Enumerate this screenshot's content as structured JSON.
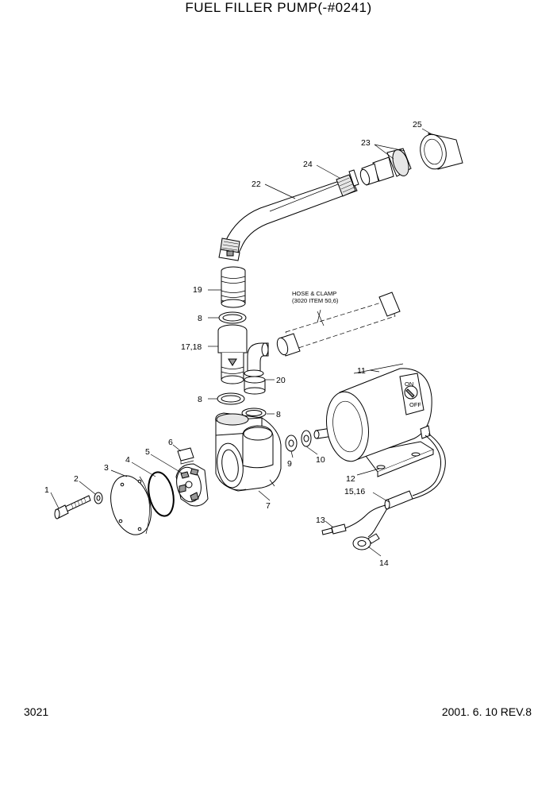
{
  "title": "FUEL FILLER PUMP(-#0241)",
  "page_number": "3021",
  "revision": "2001. 6. 10 REV.8",
  "note": {
    "line1": "HOSE & CLAMP",
    "line2": "(3020 ITEM 50,6)"
  },
  "switch_labels": {
    "on": "ON",
    "off": "OFF"
  },
  "callouts": {
    "c1": "1",
    "c2": "2",
    "c3": "3",
    "c4": "4",
    "c5": "5",
    "c6": "6",
    "c7": "7",
    "c8a": "8",
    "c8b": "8",
    "c8c": "8",
    "c9": "9",
    "c10": "10",
    "c11": "11",
    "c12": "12",
    "c13": "13",
    "c14": "14",
    "c15_16": "15,16",
    "c17_18": "17,18",
    "c19": "19",
    "c20": "20",
    "c22": "22",
    "c23": "23",
    "c24": "24",
    "c25": "25"
  }
}
